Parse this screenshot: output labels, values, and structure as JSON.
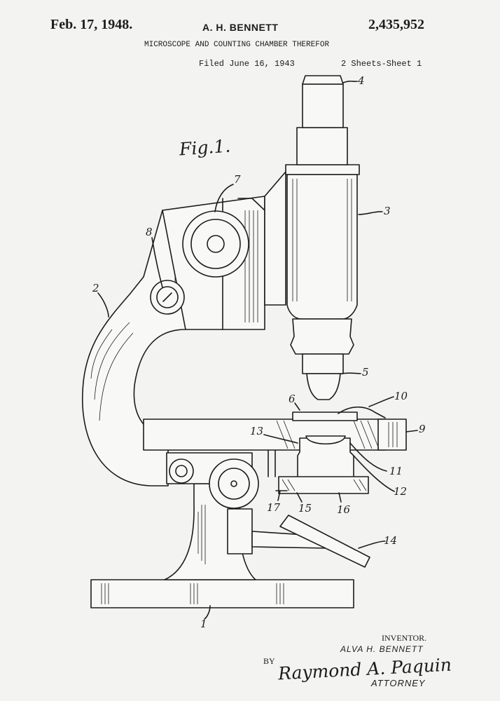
{
  "header": {
    "date": "Feb. 17, 1948.",
    "inventor": "A. H. BENNETT",
    "patent_number": "2,435,952",
    "title": "MICROSCOPE AND COUNTING CHAMBER THEREFOR",
    "filed": "Filed June 16, 1943",
    "sheets": "2 Sheets-Sheet 1"
  },
  "figure": {
    "label": "Fig.1.",
    "reference_numbers": [
      "1",
      "2",
      "3",
      "4",
      "5",
      "6",
      "7",
      "8",
      "9",
      "10",
      "11",
      "12",
      "13",
      "14",
      "15",
      "16",
      "17"
    ]
  },
  "footer": {
    "inventor_label": "INVENTOR.",
    "inventor_name": "ALVA H. BENNETT",
    "by": "BY",
    "signature": "Raymond A. Paquin",
    "attorney_label": "ATTORNEY"
  },
  "colors": {
    "paper": "#f3f3f2",
    "ink": "#1c1c1c"
  }
}
